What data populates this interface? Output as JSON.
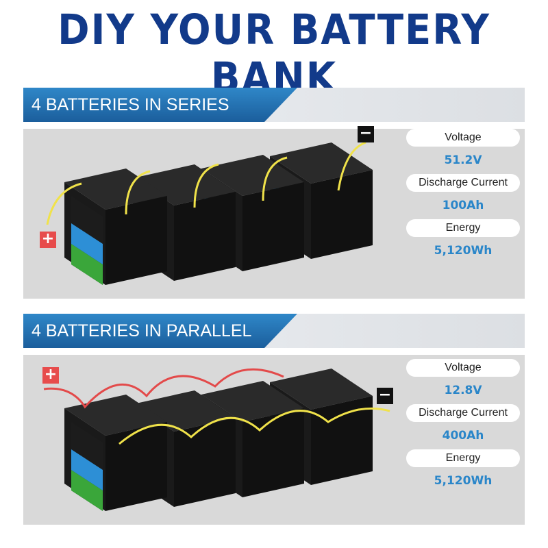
{
  "title": "DIY YOUR BATTERY BANK",
  "series": {
    "banner": "4 BATTERIES IN SERIES",
    "voltage_label": "Voltage",
    "voltage_value": "51.2V",
    "current_label": "Discharge Current",
    "current_value": "100Ah",
    "energy_label": "Energy",
    "energy_value": "5,120Wh",
    "plus": "+",
    "minus": "−"
  },
  "parallel": {
    "banner": "4 BATTERIES IN PARALLEL",
    "voltage_label": "Voltage",
    "voltage_value": "12.8V",
    "current_label": "Discharge Current",
    "current_value": "400Ah",
    "energy_label": "Energy",
    "energy_value": "5,120Wh",
    "plus": "+",
    "minus": "−"
  },
  "colors": {
    "title": "#123a8a",
    "banner": "#1f6fb0",
    "value": "#2a86c9",
    "positive_wire": "#e34a4a",
    "negative_wire": "#f0e24a",
    "battery_body": "#141414",
    "battery_label": "#3aa63a"
  }
}
